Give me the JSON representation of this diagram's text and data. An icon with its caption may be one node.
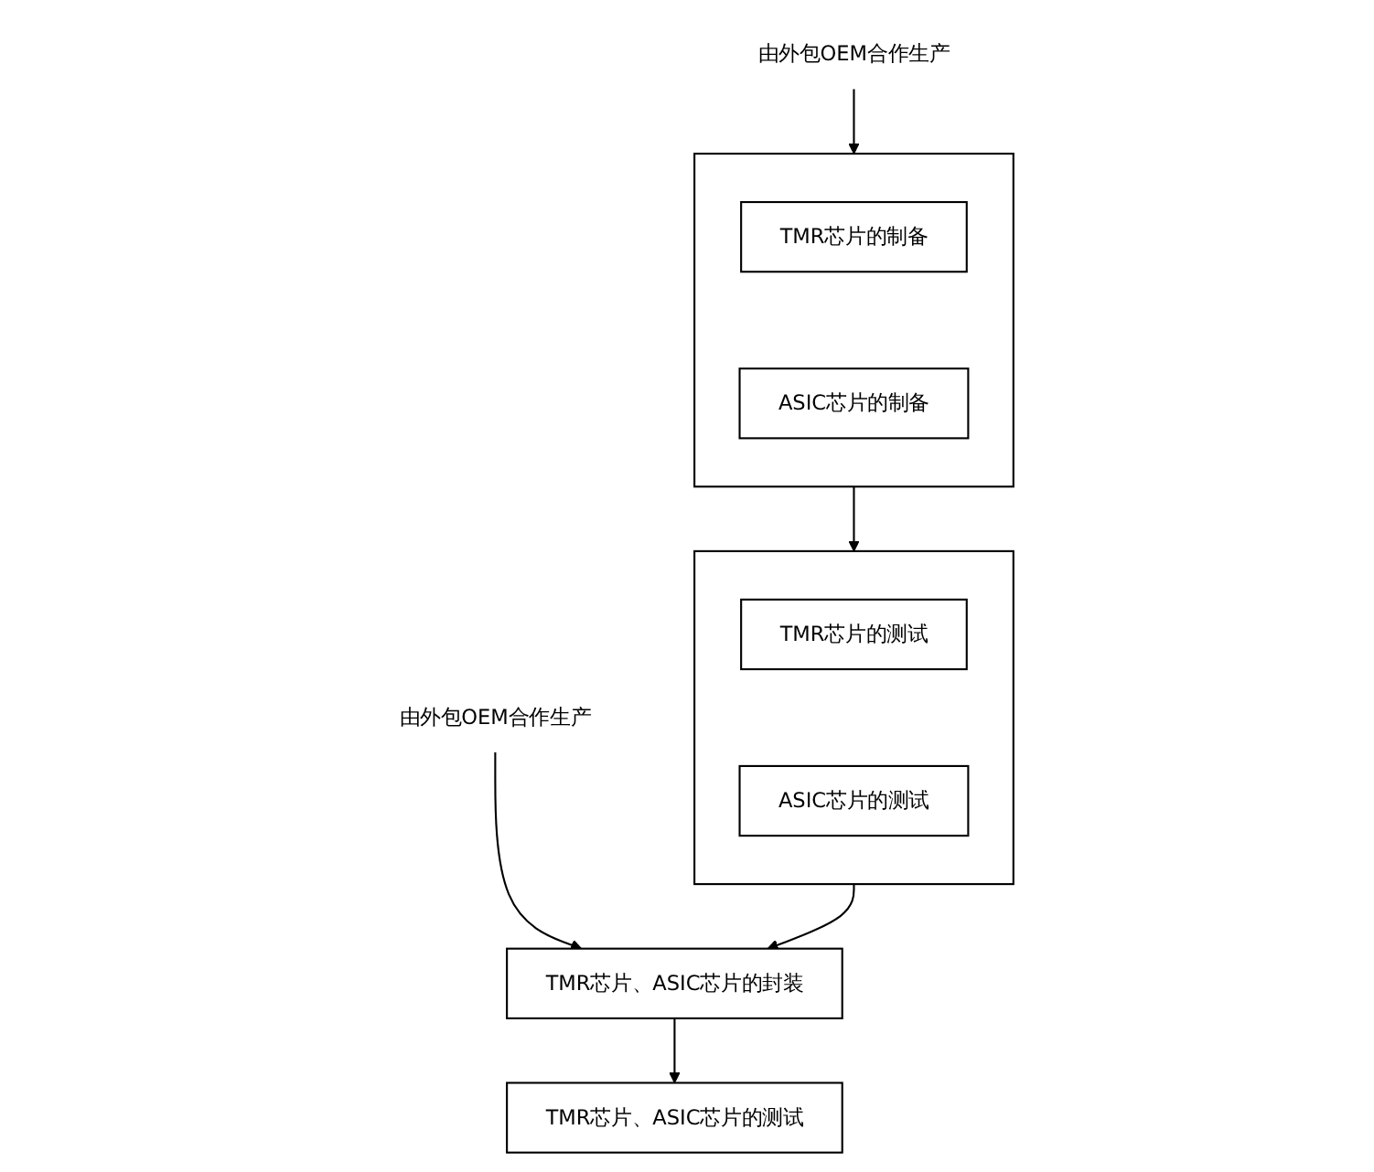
{
  "diagram": {
    "nodes": [
      {
        "text": [],
        "shape": "box"
      },
      {
        "text": [
          "TMR芯片的制备"
        ],
        "in": 0
      },
      {
        "text": [
          "ASIC芯片的制备"
        ],
        "in": 0
      },
      {
        "text": [
          "由外包OEM合作生产"
        ]
      },
      {
        "text": [],
        "shape": "box"
      },
      {
        "text": [
          "TMR芯片的测试"
        ],
        "in": 4
      },
      {
        "text": [
          "ASIC芯片的测试"
        ],
        "in": 4
      },
      {
        "text": [
          "TMR芯片、ASIC芯片的封装"
        ]
      },
      {
        "text": [
          "由外包OEM合作生产"
        ]
      },
      {
        "text": [
          "TMR芯片、ASIC芯片的测试"
        ]
      }
    ],
    "edges": [
      {
        "from": 0,
        "to": 4,
        "arrow": "to"
      },
      {
        "from": 3,
        "to": 0,
        "arrow": "to"
      },
      {
        "from": 4,
        "to": 7,
        "arrow": "to"
      },
      {
        "from": 8,
        "to": 7,
        "arrow": "to"
      },
      {
        "from": 7,
        "to": 9,
        "arrow": "to"
      }
    ]
  }
}
